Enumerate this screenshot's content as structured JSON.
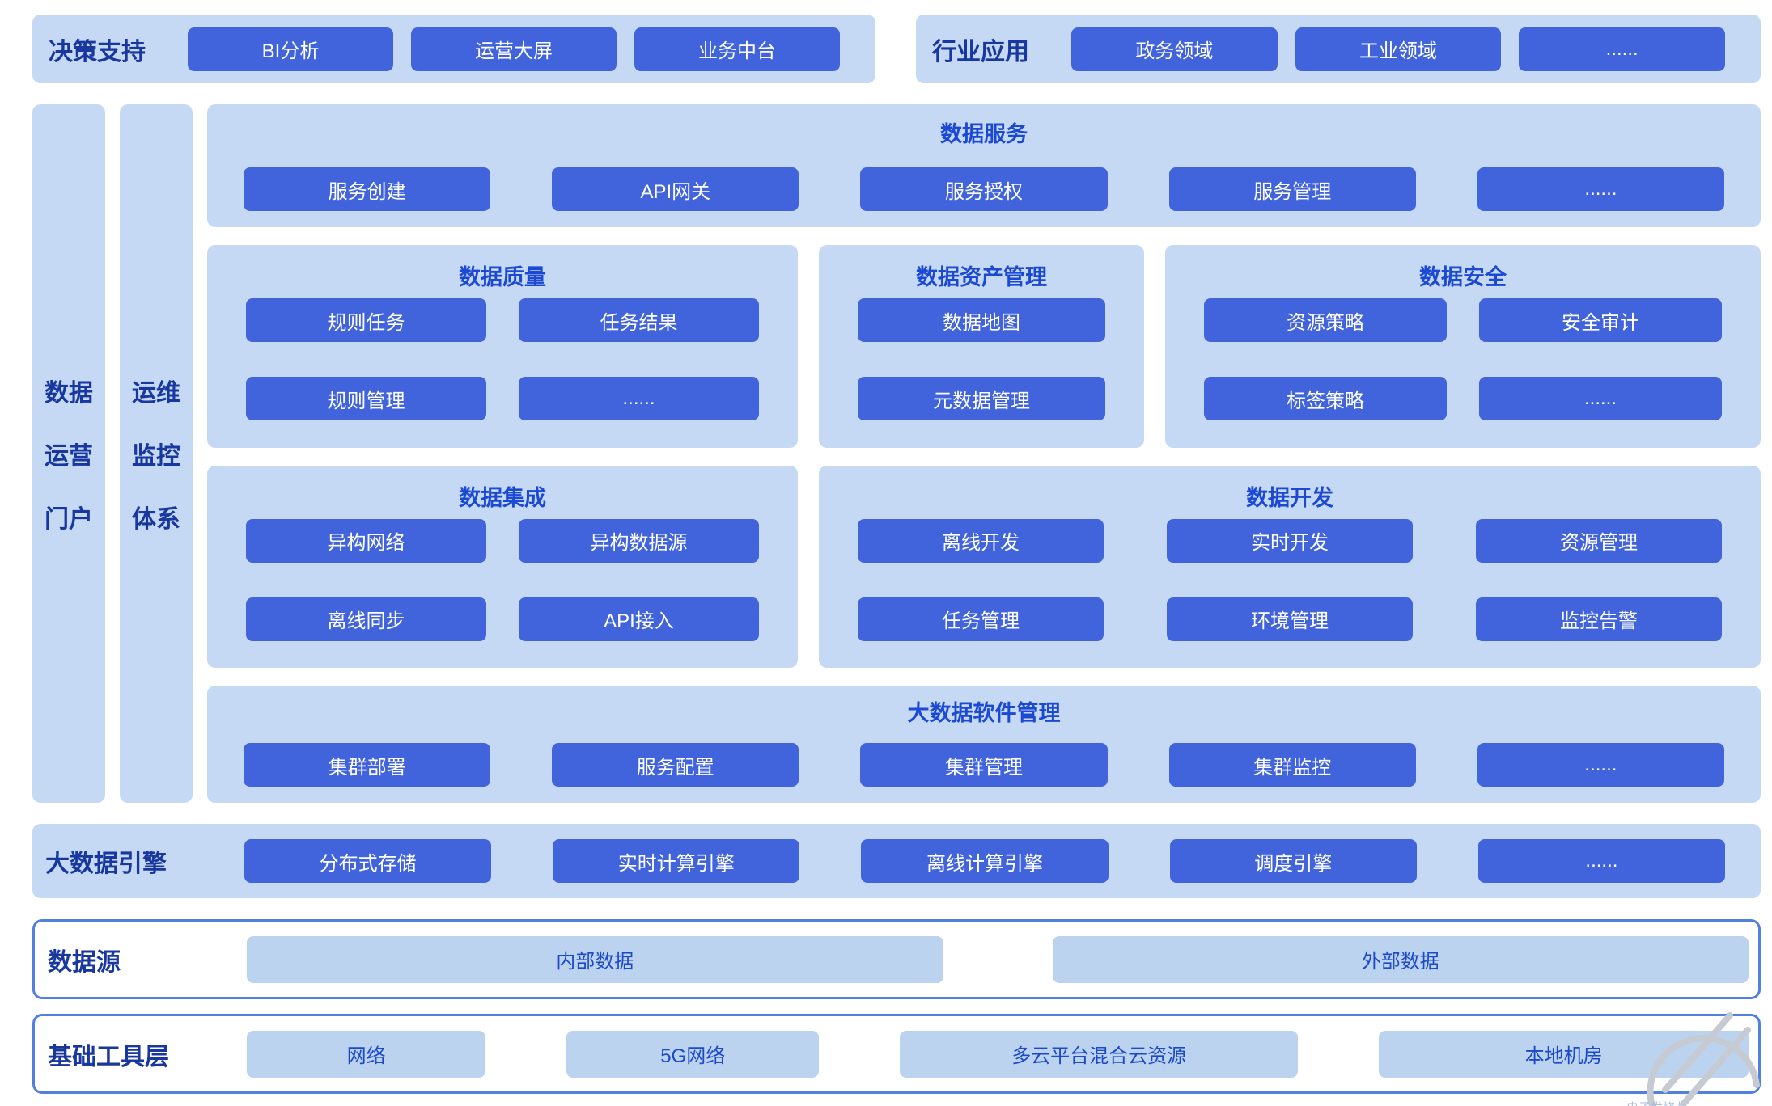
{
  "colors": {
    "page_bg": "#ffffff",
    "panel_bg": "#c5d9f4",
    "block_bg": "#4164dc",
    "block_text": "#ffffff",
    "title_text": "#1c49d4",
    "label_text": "#18379f",
    "light_block_bg": "#bcd3f0",
    "light_block_text": "#1d4ac6",
    "outline_border": "#5180e0"
  },
  "top": {
    "decision": {
      "label": "决策支持",
      "buttons": [
        "BI分析",
        "运营大屏",
        "业务中台"
      ]
    },
    "industry": {
      "label": "行业应用",
      "buttons": [
        "政务领域",
        "工业领域",
        "......"
      ]
    }
  },
  "sidebars": [
    {
      "name": "数据运营门户",
      "lines": [
        "数据",
        "运营",
        "门户"
      ]
    },
    {
      "name": "运维监控体系",
      "lines": [
        "运维",
        "监控",
        "体系"
      ]
    }
  ],
  "panels": {
    "service": {
      "title": "数据服务",
      "buttons": [
        "服务创建",
        "API网关",
        "服务授权",
        "服务管理",
        "......"
      ]
    },
    "quality": {
      "title": "数据质量",
      "buttons": [
        "规则任务",
        "任务结果",
        "规则管理",
        "......"
      ]
    },
    "asset": {
      "title": "数据资产管理",
      "buttons": [
        "数据地图",
        "元数据管理"
      ]
    },
    "security": {
      "title": "数据安全",
      "buttons": [
        "资源策略",
        "安全审计",
        "标签策略",
        "......"
      ]
    },
    "integration": {
      "title": "数据集成",
      "buttons": [
        "异构网络",
        "异构数据源",
        "离线同步",
        "API接入"
      ]
    },
    "development": {
      "title": "数据开发",
      "buttons": [
        "离线开发",
        "实时开发",
        "资源管理",
        "任务管理",
        "环境管理",
        "监控告警"
      ]
    },
    "software": {
      "title": "大数据软件管理",
      "buttons": [
        "集群部署",
        "服务配置",
        "集群管理",
        "集群监控",
        "......"
      ]
    }
  },
  "engine": {
    "label": "大数据引擎",
    "buttons": [
      "分布式存储",
      "实时计算引擎",
      "离线计算引擎",
      "调度引擎",
      "......"
    ]
  },
  "datasource": {
    "label": "数据源",
    "buttons": [
      "内部数据",
      "外部数据"
    ]
  },
  "infra": {
    "label": "基础工具层",
    "buttons": [
      "网络",
      "5G网络",
      "多云平台混合云资源",
      "本地机房"
    ]
  },
  "watermark": {
    "text": "电子发烧友"
  }
}
